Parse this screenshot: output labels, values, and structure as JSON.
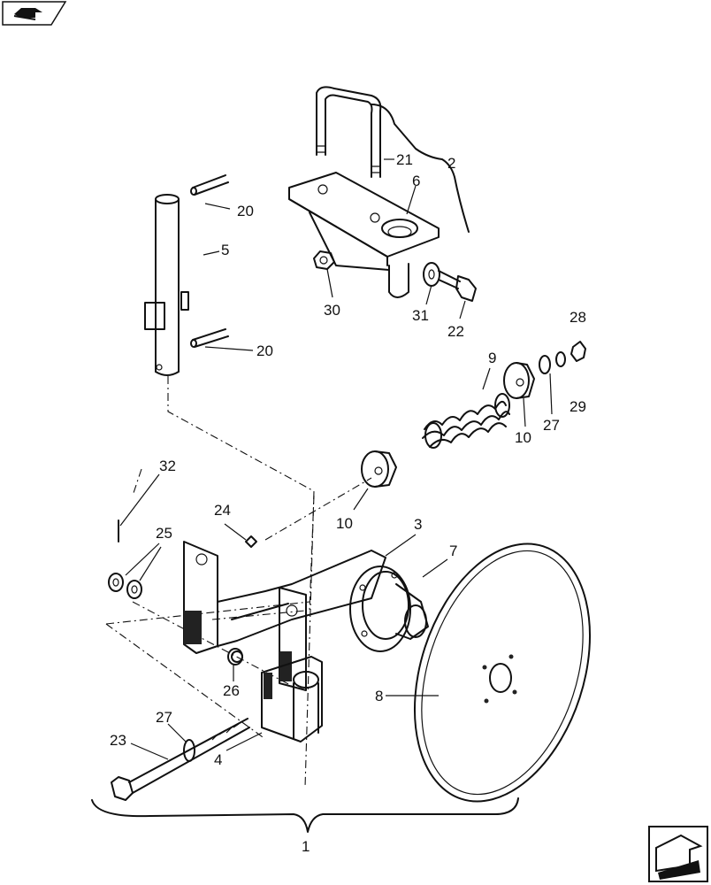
{
  "diagram": {
    "callouts": {
      "c1": "1",
      "c2": "2",
      "c3": "3",
      "c4": "4",
      "c5": "5",
      "c6": "6",
      "c7": "7",
      "c8": "8",
      "c9": "9",
      "c10a": "10",
      "c10b": "10",
      "c20a": "20",
      "c20b": "20",
      "c21": "21",
      "c22": "22",
      "c23": "23",
      "c24": "24",
      "c25": "25",
      "c26": "26",
      "c27a": "27",
      "c27b": "27",
      "c28": "28",
      "c29": "29",
      "c30": "30",
      "c31": "31",
      "c32": "32"
    }
  },
  "icons": {
    "top_left": "book-arrow-icon",
    "bottom_right": "next-page-arrow-icon"
  }
}
